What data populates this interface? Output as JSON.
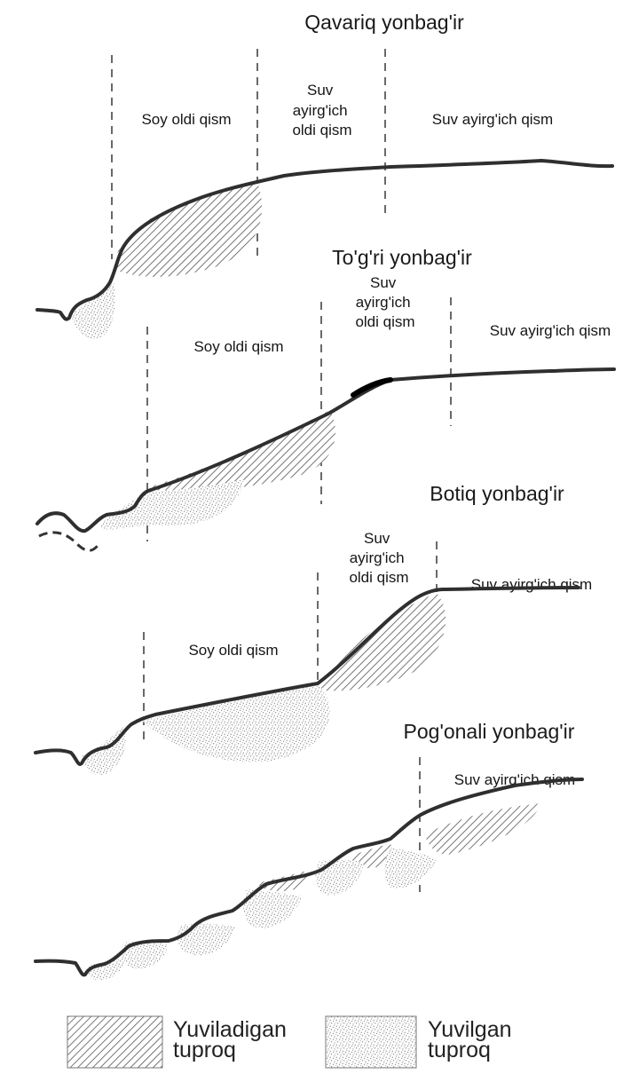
{
  "panels": [
    {
      "title": "Qavariq yonbag'ir",
      "zones": {
        "lower": [
          "Soy oldi qism"
        ],
        "middle": [
          "Suv",
          "ayirg'ich",
          "oldi qism"
        ],
        "upper": [
          "Suv ayirg'ich qism"
        ]
      }
    },
    {
      "title": "To'g'ri yonbag'ir",
      "zones": {
        "lower": [
          "Soy oldi qism"
        ],
        "middle": [
          "Suv",
          "ayirg'ich",
          "oldi qism"
        ],
        "upper": [
          "Suv ayirg'ich qism"
        ]
      }
    },
    {
      "title": "Botiq yonbag'ir",
      "zones": {
        "lower": [
          "Soy oldi qism"
        ],
        "middle": [
          "Suv",
          "ayirg'ich",
          "oldi qism"
        ],
        "upper": [
          "Suv ayirg'ich qism"
        ]
      }
    },
    {
      "title": "Pog'onali yonbag'ir",
      "zones": {
        "upper": [
          "Suv ayirg'ich qism"
        ]
      }
    }
  ],
  "legend": {
    "eroding": [
      "Yuviladigan",
      "tuproq"
    ],
    "deposited": [
      "Yuvilgan",
      "tuproq"
    ]
  },
  "colors": {
    "profile_line": "#2f2f2f",
    "hatch": "#555555",
    "stipple": "#8a8a8a",
    "divider": "#444444"
  }
}
